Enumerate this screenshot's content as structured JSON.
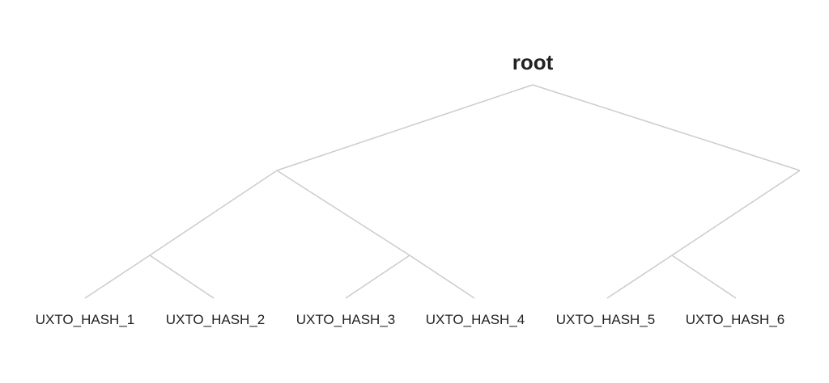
{
  "root": {
    "label": "root"
  },
  "leaves": [
    {
      "label": "UXTO_HASH_1"
    },
    {
      "label": "UXTO_HASH_2"
    },
    {
      "label": "UXTO_HASH_3"
    },
    {
      "label": "UXTO_HASH_4"
    },
    {
      "label": "UXTO_HASH_5"
    },
    {
      "label": "UXTO_HASH_6"
    }
  ],
  "colors": {
    "edge": "#cccccc",
    "text": "#222222",
    "background": "#ffffff"
  }
}
